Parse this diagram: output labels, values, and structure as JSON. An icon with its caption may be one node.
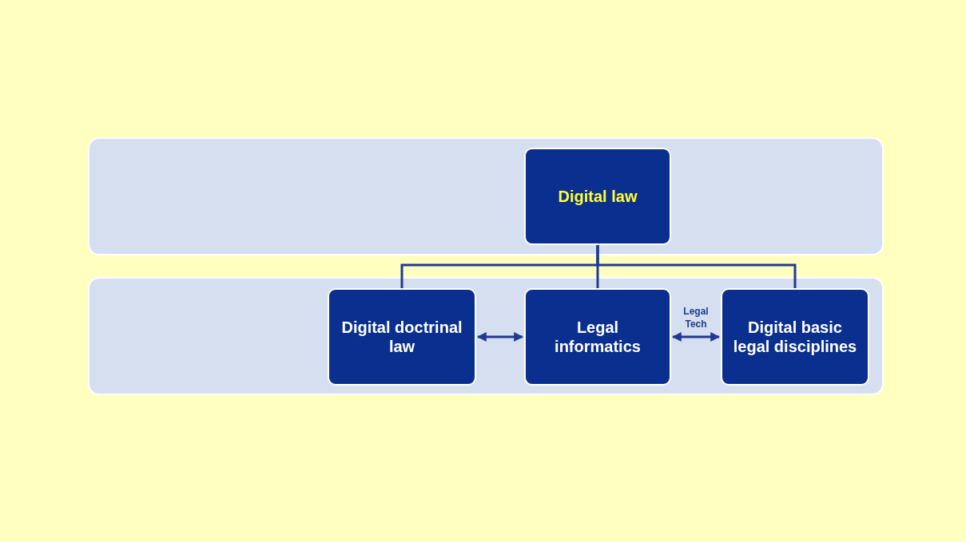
{
  "diagram": {
    "nodes": [
      {
        "text": [],
        "shape": "box"
      },
      {
        "text": [],
        "shape": "box"
      },
      {
        "text": [
          "Digital law"
        ],
        "in": 0
      },
      {
        "text": [
          "Digital doctrinal law"
        ],
        "in": 1
      },
      {
        "text": [
          "Legal informatics"
        ],
        "in": 1
      },
      {
        "text": [
          "Digital basic legal disciplines"
        ],
        "in": 1
      }
    ],
    "edges": [
      {
        "from": 2,
        "to": 3,
        "arrow": "none"
      },
      {
        "from": 2,
        "to": 4,
        "arrow": "none"
      },
      {
        "from": 2,
        "to": 5,
        "arrow": "none"
      },
      {
        "from": 3,
        "to": 4,
        "arrow": "both"
      },
      {
        "from": 4,
        "to": 5,
        "arrow": "both",
        "label": "Legal Tech"
      }
    ]
  }
}
